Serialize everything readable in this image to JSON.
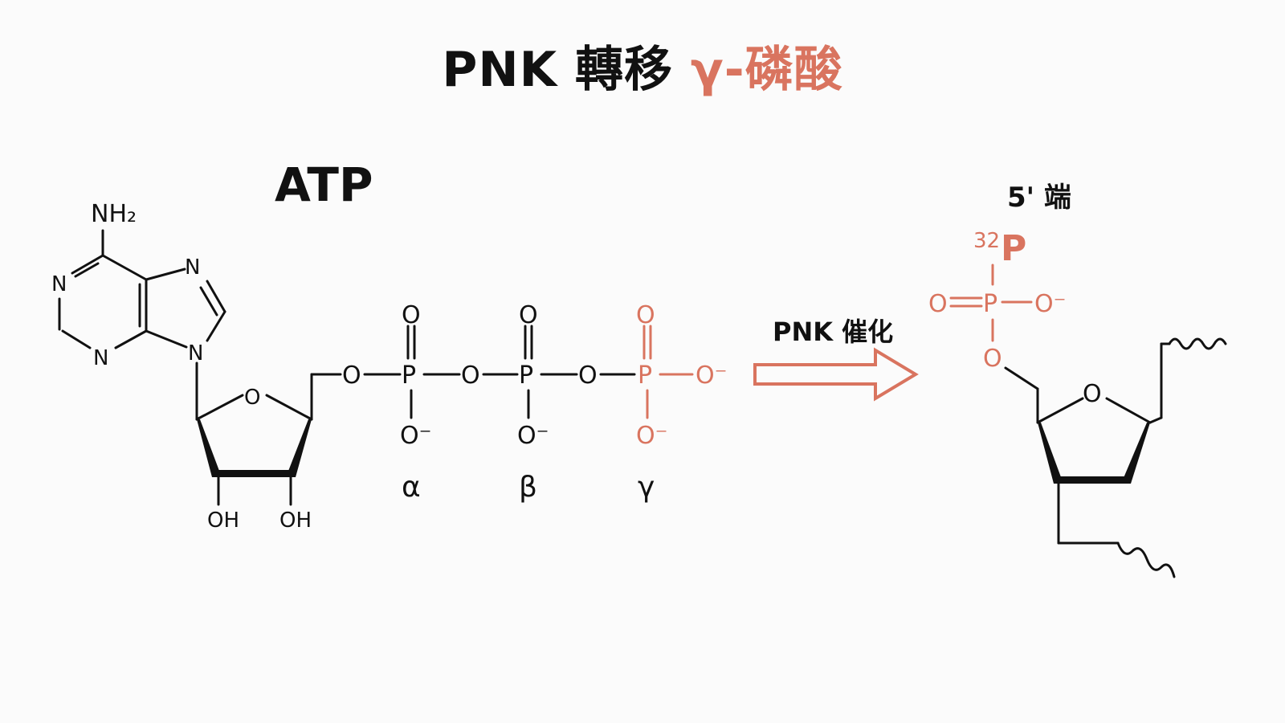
{
  "title": {
    "main": "PNK 轉移 ",
    "accent": "γ-磷酸"
  },
  "labels": {
    "atp": "ATP",
    "end": "5' 端",
    "catalysis": "PNK 催化"
  },
  "atoms": {
    "nh2": "NH₂",
    "n": "N",
    "o": "O",
    "p": "P",
    "o_minus": "O⁻",
    "oh": "OH",
    "p32_mass": "32",
    "p32_symbol": "P"
  },
  "greek": {
    "alpha": "α",
    "beta": "β",
    "gamma": "γ"
  },
  "colors": {
    "accent": "#d9745f",
    "ink": "#111111"
  }
}
